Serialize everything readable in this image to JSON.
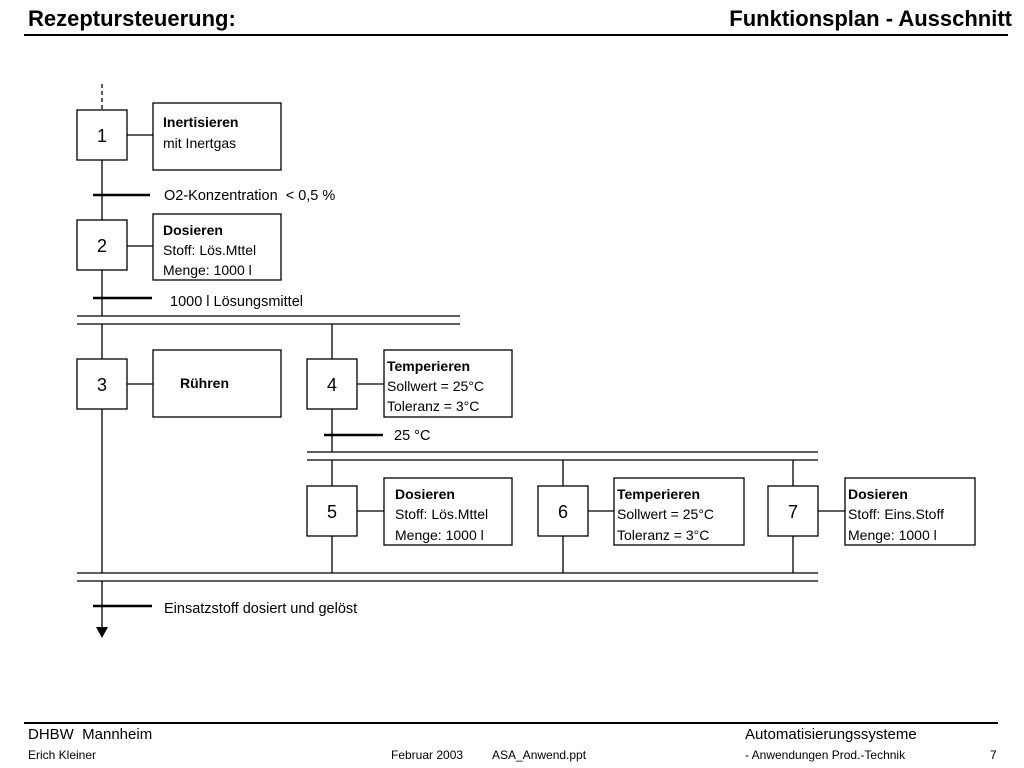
{
  "header": {
    "title_left": "Rezeptursteuerung:",
    "title_right": "Funktionsplan - Ausschnitt"
  },
  "steps": [
    {
      "number": "1",
      "action_title": "Inertisieren",
      "action_lines": [
        "mit Inertgas"
      ]
    },
    {
      "number": "2",
      "action_title": "Dosieren",
      "action_lines": [
        "Stoff: Lös.Mttel",
        "Menge: 1000 l"
      ]
    },
    {
      "number": "3",
      "action_title": "Rühren",
      "action_lines": []
    },
    {
      "number": "4",
      "action_title": "Temperieren",
      "action_lines": [
        "Sollwert = 25°C",
        "Toleranz = 3°C"
      ]
    },
    {
      "number": "5",
      "action_title": "Dosieren",
      "action_lines": [
        "Stoff: Lös.Mttel",
        "Menge: 1000 l"
      ]
    },
    {
      "number": "6",
      "action_title": "Temperieren",
      "action_lines": [
        "Sollwert = 25°C",
        "Toleranz = 3°C"
      ]
    },
    {
      "number": "7",
      "action_title": "Dosieren",
      "action_lines": [
        "Stoff: Eins.Stoff",
        "Menge: 1000 l"
      ]
    }
  ],
  "transitions": {
    "t1": "O2-Konzentration  < 0,5 %",
    "t2": "1000 l Lösungsmittel",
    "t3": "25 °C",
    "t4": "Einsatzstoff dosiert und gelöst"
  },
  "footer": {
    "org": "DHBW  Mannheim",
    "author": "Erich Kleiner",
    "date": "Februar 2003",
    "file": "ASA_Anwend.ppt",
    "course": "Automatisierungssysteme",
    "subtitle": "- Anwendungen Prod.-Technik",
    "page": "7"
  }
}
